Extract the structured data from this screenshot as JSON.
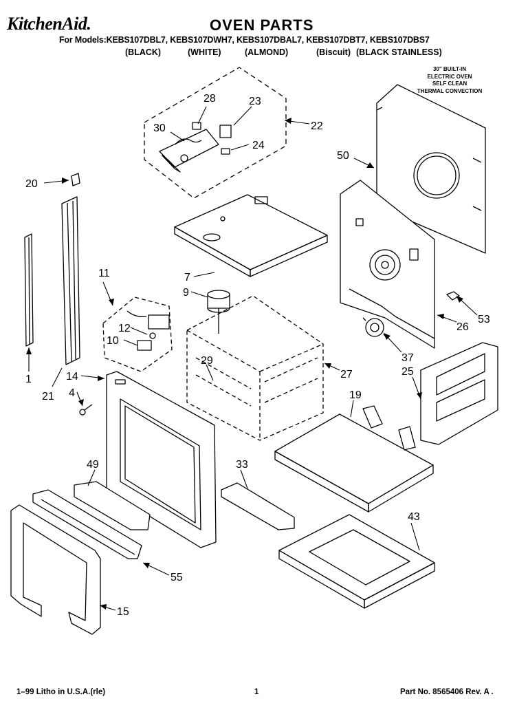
{
  "header": {
    "brand": "KitchenAid.",
    "title": "OVEN PARTS",
    "models": "For Models:KEBS107DBL7, KEBS107DWH7, KEBS107DBAL7, KEBS107DBT7, KEBS107DBS7",
    "colors": [
      "(BLACK)",
      "(WHITE)",
      "(ALMOND)",
      "(Biscuit)",
      "(BLACK STAINLESS)"
    ]
  },
  "description": [
    "30\" BUILT-IN",
    "ELECTRIC OVEN",
    "SELF CLEAN",
    "THERMAL CONVECTION"
  ],
  "callouts": {
    "c28": "28",
    "c23": "23",
    "c30": "30",
    "c22": "22",
    "c24": "24",
    "c50": "50",
    "c20": "20",
    "c7": "7",
    "c9": "9",
    "c11": "11",
    "c12": "12",
    "c10": "10",
    "c53": "53",
    "c26": "26",
    "c1": "1",
    "c14": "14",
    "c4": "4",
    "c21": "21",
    "c29": "29",
    "c27": "27",
    "c37": "37",
    "c25": "25",
    "c19": "19",
    "c49": "49",
    "c33": "33",
    "c43": "43",
    "c55": "55",
    "c15": "15"
  },
  "footer": {
    "left": "1–99 Litho in U.S.A.(rle)",
    "page": "1",
    "part": "Part No. 8565406 Rev. A ."
  }
}
